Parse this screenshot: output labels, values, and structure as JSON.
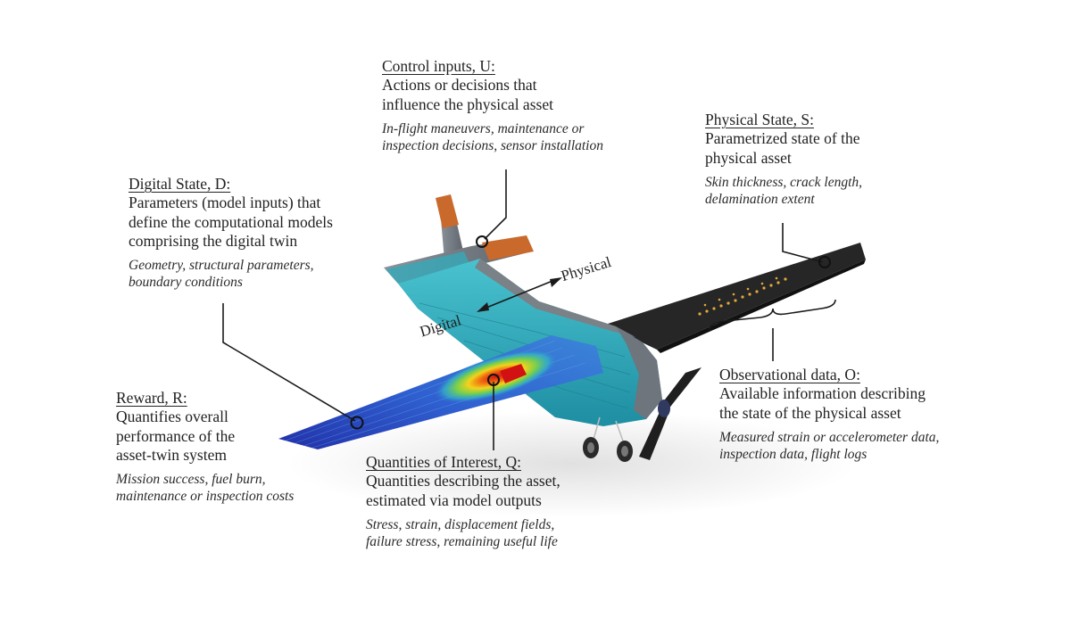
{
  "labels": {
    "control": {
      "title": "Control inputs, U:",
      "desc": "Actions or decisions that\ninfluence the physical asset",
      "examples": "In-flight maneuvers, maintenance or\ninspection decisions, sensor installation"
    },
    "physical_state": {
      "title": "Physical State, S:",
      "desc": "Parametrized state of the\nphysical asset",
      "examples": "Skin thickness, crack length,\ndelamination extent"
    },
    "digital_state": {
      "title": "Digital State, D:",
      "desc": "Parameters (model inputs) that\ndefine the computational models\ncomprising the digital twin",
      "examples": "Geometry, structural parameters,\nboundary conditions"
    },
    "reward": {
      "title": "Reward, R:",
      "desc": "Quantifies overall\nperformance of the\nasset-twin system",
      "examples": "Mission success, fuel burn,\nmaintenance or inspection costs"
    },
    "qoi": {
      "title": "Quantities of Interest, Q:",
      "desc": "Quantities describing the asset,\nestimated via model outputs",
      "examples": "Stress, strain, displacement fields,\nfailure stress, remaining useful life"
    },
    "observational": {
      "title": "Observational data, O:",
      "desc": "Available information describing\nthe state of the physical asset",
      "examples": "Measured strain or accelerometer data,\ninspection data, flight logs"
    }
  },
  "arrow": {
    "left": "Digital",
    "right": "Physical"
  },
  "colors": {
    "digital_wing": "#2a3fb5",
    "hot": "#e02a14",
    "fuselage": "#2ea7b8",
    "physical_wing": "#262626",
    "tail": "#c96a2c"
  }
}
